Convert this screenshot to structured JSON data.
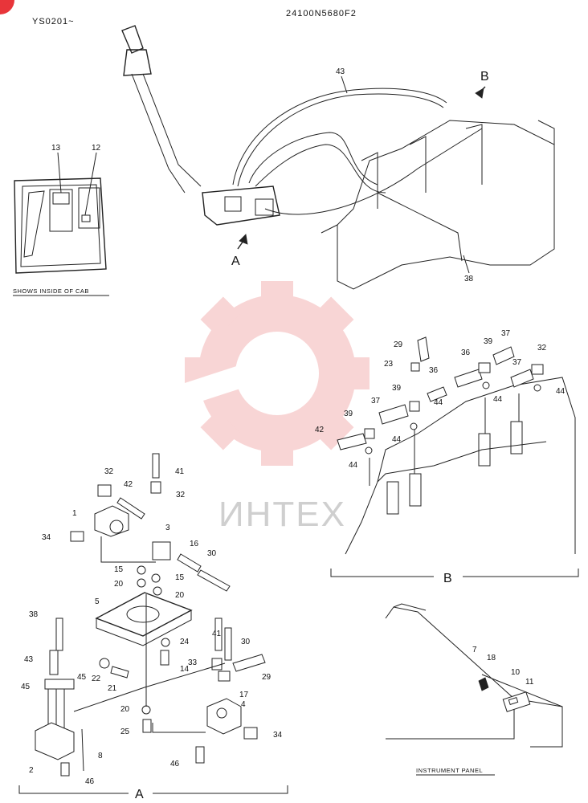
{
  "header": {
    "serial": "YS0201~",
    "drawing_number": "24100N5680F2"
  },
  "watermark": {
    "text": "ИНТЕХ",
    "color": "#f2a0a0"
  },
  "views": {
    "view_a_arrow": "A",
    "view_b_arrow": "B",
    "view_a_caption": "A",
    "view_b_caption": "B"
  },
  "captions": {
    "cab": "SHOWS INSIDE OF CAB",
    "panel": "INSTRUMENT PANEL"
  },
  "top_labels": [
    "13",
    "12",
    "43",
    "38"
  ],
  "view_b_labels": [
    "29",
    "23",
    "36",
    "39",
    "37",
    "32",
    "36",
    "39",
    "44",
    "37",
    "44",
    "39",
    "44",
    "37",
    "42",
    "44",
    "44"
  ],
  "view_a_labels": [
    "41",
    "32",
    "42",
    "32",
    "1",
    "34",
    "3",
    "16",
    "30",
    "15",
    "15",
    "20",
    "20",
    "5",
    "38",
    "41",
    "30",
    "24",
    "43",
    "22",
    "21",
    "14",
    "33",
    "29",
    "45",
    "45",
    "17",
    "4",
    "20",
    "34",
    "25",
    "8",
    "2",
    "46",
    "46"
  ],
  "panel_labels": [
    "7",
    "18",
    "10",
    "11"
  ]
}
